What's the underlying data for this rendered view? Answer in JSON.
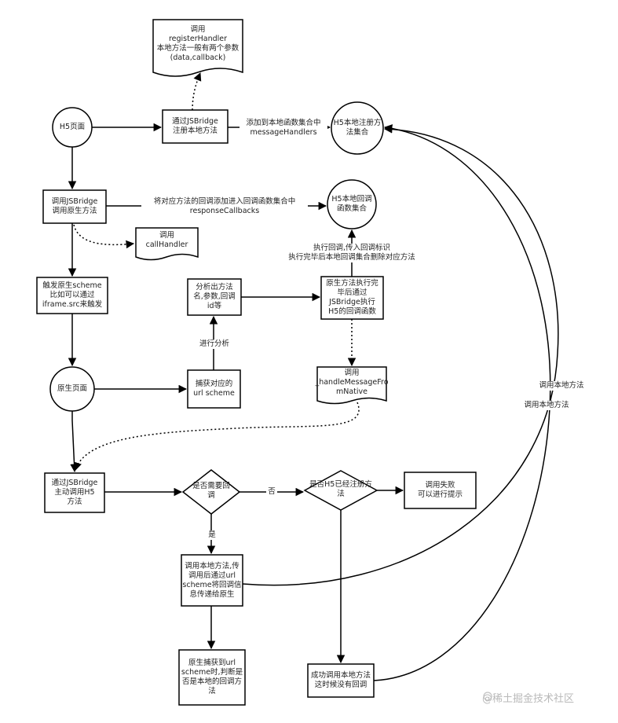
{
  "nodes": {
    "h5_page": "H5页面",
    "doc_register": "调用\nregisterHandler\n本地方法一般有两个参数\n(data,callback)",
    "register_local": "通过JSBridge\n注册本地方法",
    "h5_registered_set": "H5本地注册方\n法集合",
    "call_native": "调用JSBridge\n调用原生方法",
    "h5_callback_set": "H5本地回调\n函数集合",
    "doc_callhandler": "调用\ncallHandler",
    "trigger_scheme": "触发原生scheme\n比如可以通过\niframe.src来触发",
    "analyze": "分析出方法\n名,参数,回调\nid等",
    "native_exec": "原生方法执行完\n毕后通过\nJSBridge执行\nH5的回调函数",
    "native_page": "原生页面",
    "capture_scheme": "捕获对应的\nurl scheme",
    "doc_handle_msg": "调用\n_handleMessageFro\nmNative",
    "bridge_call_h5": "通过JSBridge\n主动调用H5\n方法",
    "need_callback": "是否需要回\n调",
    "h5_registered_q": "是否H5已经注册方\n法",
    "call_failed": "调用失败\n可以进行提示",
    "call_local_pass": "调用本地方法,传\n调用后通过url\nscheme将回调信\n息传递给原生",
    "native_capture_check": "原生捕获到url\nscheme时,判断是\n否是本地的回调方\n法",
    "success_no_cb": "成功调用本地方法\n这时候没有回调"
  },
  "edges": {
    "add_to_handlers": "添加到本地函数集合中\nmessageHandlers",
    "add_to_callbacks": "将对应方法的回调添加进入回调函数集合中\nresponseCallbacks",
    "exec_callback": "执行回调,传入回调标识\n执行完毕后本地回调集合删除对应方法",
    "do_analysis": "进行分析",
    "no": "否",
    "yes": "是",
    "call_local_1": "调用本地方法",
    "call_local_2": "调用本地方法"
  },
  "watermark": "@稀土掘金技术社区"
}
